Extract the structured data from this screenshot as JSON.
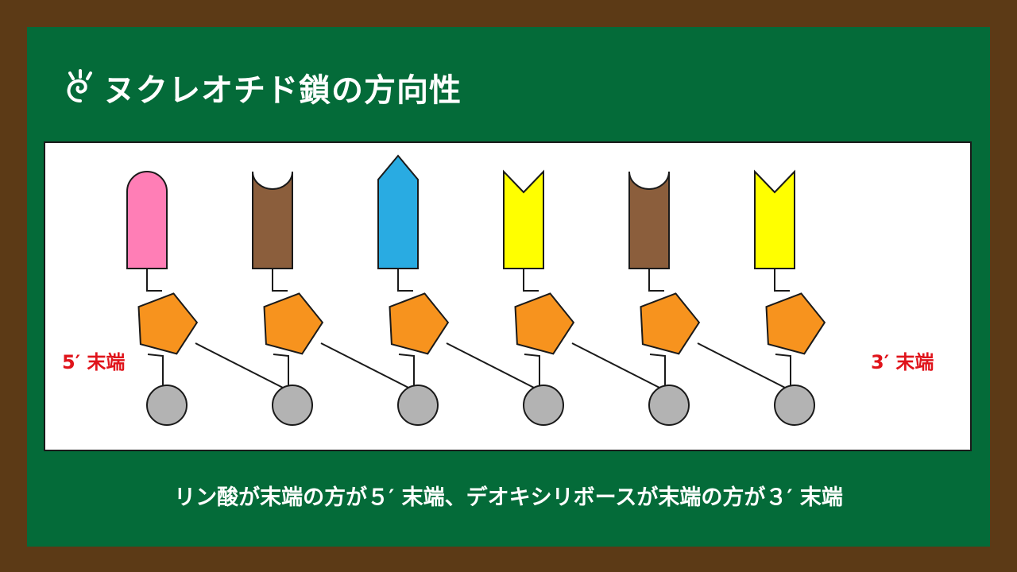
{
  "header": {
    "title": "ヌクレオチド鎖の方向性",
    "icon": "swirl-icon"
  },
  "diagram": {
    "label_5_end": "5′ 末端",
    "label_3_end": "3′ 末端",
    "nucleotides": [
      {
        "base_shape": "rounded",
        "base_color": "#ff7eb6"
      },
      {
        "base_shape": "concave",
        "base_color": "#8b5e3c"
      },
      {
        "base_shape": "pointed",
        "base_color": "#29abe2"
      },
      {
        "base_shape": "notched",
        "base_color": "#ffff00"
      },
      {
        "base_shape": "concave",
        "base_color": "#8b5e3c"
      },
      {
        "base_shape": "notched",
        "base_color": "#ffff00"
      }
    ],
    "colors": {
      "sugar": "#f7931e",
      "phosphate": "#b3b3b3",
      "stroke": "#1a1a1a",
      "end_label": "#e0141b"
    }
  },
  "caption": {
    "text": "リン酸が末端の方が５′ 末端、デオキシリボースが末端の方が３′ 末端"
  }
}
